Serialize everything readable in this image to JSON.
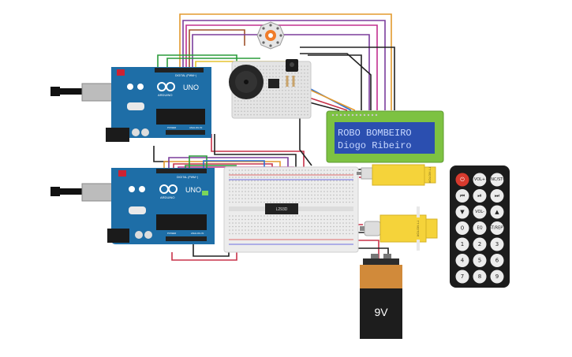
{
  "lcd": {
    "line1": "ROBO  BOMBEIRO",
    "line2": "  Diogo Ribeiro"
  },
  "arduino": {
    "brand": "ARDUINO",
    "model": "UNO",
    "header_top": "DIGITAL (PWM~)",
    "header_bottom_left": "POWER",
    "header_bottom_right": "ANALOG IN"
  },
  "driver_chip": {
    "label": "L293D"
  },
  "battery": {
    "label": "9V"
  },
  "motor": {
    "label": "TT MOTOR"
  },
  "remote": {
    "power": "⏻",
    "vol_plus": "VOL+",
    "func_stop": "FUNC/STOP",
    "prev": "⏮",
    "play": "⏯",
    "next": "⏭",
    "down": "▼",
    "vol_minus": "VOL-",
    "up": "▲",
    "zero": "0",
    "eq": "EQ",
    "st_rept": "ST/REPT",
    "one": "1",
    "two": "2",
    "three": "3",
    "four": "4",
    "five": "5",
    "six": "6",
    "seven": "7",
    "eight": "8",
    "nine": "9"
  },
  "colors": {
    "arduino_blue": "#1e6ea7",
    "lcd_green": "#7dc242",
    "lcd_screen": "#2b4fb0",
    "lcd_text": "#c8d8ff",
    "motor_yellow": "#f5d33a",
    "remote_body": "#1c1c1c",
    "power_red": "#d83a2e",
    "battery_orange": "#d18a3a"
  }
}
